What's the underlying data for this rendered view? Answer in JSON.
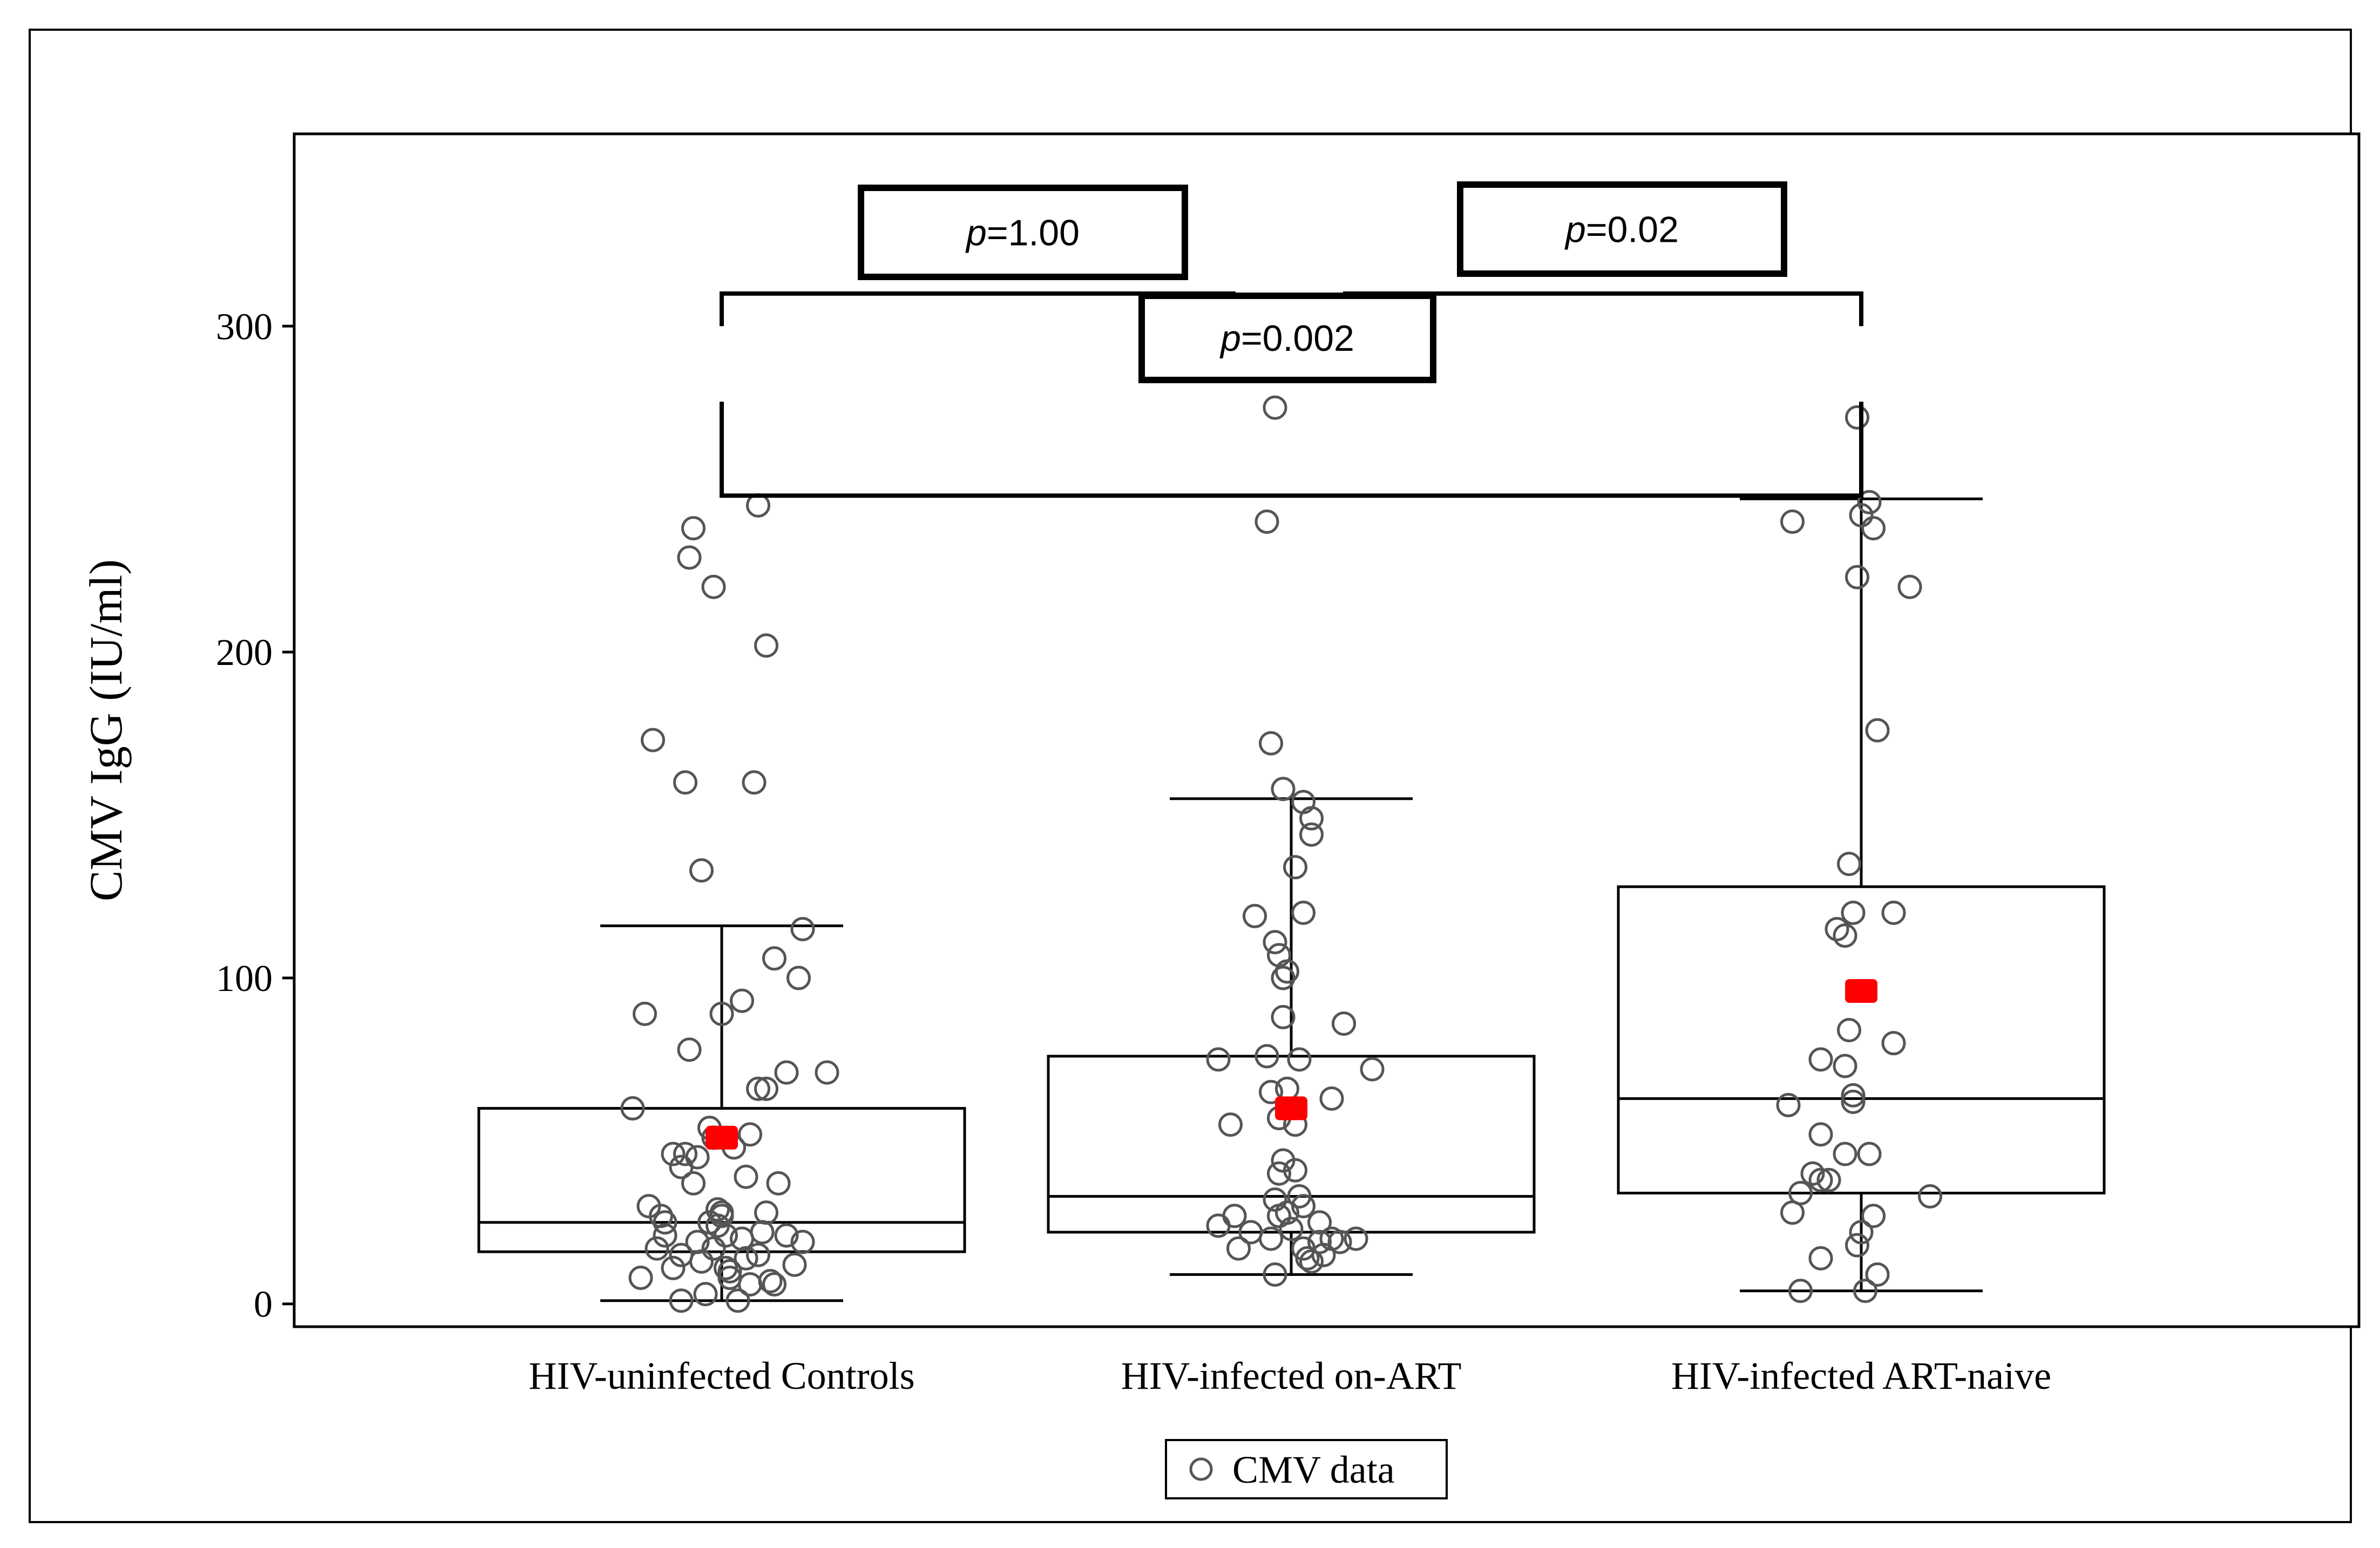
{
  "chart_data": {
    "type": "box",
    "ylabel": "CMV IgG (IU/ml)",
    "xlabel": "",
    "ylim": [
      -7,
      359
    ],
    "y_ticks": [
      0,
      100,
      200,
      300
    ],
    "categories": [
      "HIV-uninfected Controls",
      "HIV-infected on-ART",
      "HIV-infected ART-naive"
    ],
    "legend": {
      "label": "CMV data",
      "position": "bottom-center"
    },
    "mean_marker_color": "#ff0000",
    "point_color": "#555555",
    "boxes": [
      {
        "category": "HIV-uninfected Controls",
        "whisker_low": 1,
        "q1": 16,
        "median": 25,
        "q3": 60,
        "whisker_high": 116,
        "mean": 51
      },
      {
        "category": "HIV-infected on-ART",
        "whisker_low": 9,
        "q1": 22,
        "median": 33,
        "q3": 76,
        "whisker_high": 155,
        "mean": 60
      },
      {
        "category": "HIV-infected ART-naive",
        "whisker_low": 4,
        "q1": 34,
        "median": 63,
        "q3": 128,
        "whisker_high": 247,
        "mean": 96
      }
    ],
    "comparisons": [
      {
        "from": 0,
        "to": 1,
        "label_prefix": "p",
        "label_value": "=1.00",
        "level": 1
      },
      {
        "from": 1,
        "to": 2,
        "label_prefix": "p",
        "label_value": "=0.02",
        "level": 1
      },
      {
        "from": 0,
        "to": 2,
        "label_prefix": "p",
        "label_value": "=0.002",
        "level": 0
      }
    ],
    "points": [
      [
        [
          -0.22,
          60
        ],
        [
          -0.1,
          1
        ],
        [
          -0.03,
          54
        ],
        [
          0.03,
          48
        ],
        [
          0.1,
          22
        ],
        [
          -0.18,
          30
        ],
        [
          -0.06,
          45
        ],
        [
          0.06,
          14
        ],
        [
          0.12,
          7
        ],
        [
          -0.14,
          25
        ],
        [
          -0.02,
          51
        ],
        [
          0.01,
          21
        ],
        [
          0.09,
          66
        ],
        [
          0.16,
          71
        ],
        [
          0.2,
          19
        ],
        [
          -0.07,
          238
        ],
        [
          -0.08,
          229
        ],
        [
          -0.02,
          220
        ],
        [
          0.09,
          245
        ],
        [
          0.11,
          202
        ],
        [
          -0.17,
          173
        ],
        [
          -0.09,
          160
        ],
        [
          0.08,
          160
        ],
        [
          -0.05,
          133
        ],
        [
          0.2,
          115
        ],
        [
          0.13,
          106
        ],
        [
          0.19,
          100
        ],
        [
          0.05,
          93
        ],
        [
          -0.19,
          89
        ],
        [
          0.0,
          89
        ],
        [
          -0.08,
          78
        ],
        [
          0.11,
          66
        ],
        [
          0.26,
          71
        ],
        [
          -0.12,
          46
        ],
        [
          0.07,
          52
        ],
        [
          -0.07,
          37
        ],
        [
          0.14,
          37
        ],
        [
          -0.15,
          27
        ],
        [
          -0.03,
          25
        ],
        [
          0.0,
          27
        ],
        [
          0.05,
          20
        ],
        [
          0.16,
          21
        ],
        [
          -0.16,
          17
        ],
        [
          -0.12,
          11
        ],
        [
          -0.05,
          13
        ],
        [
          -0.02,
          17
        ],
        [
          0.02,
          10
        ],
        [
          0.07,
          6
        ],
        [
          0.13,
          6
        ],
        [
          0.09,
          15
        ],
        [
          -0.14,
          21
        ],
        [
          -0.1,
          42
        ],
        [
          0.0,
          28
        ],
        [
          -0.04,
          3
        ],
        [
          0.04,
          1
        ],
        [
          -0.01,
          24
        ],
        [
          0.02,
          8
        ],
        [
          0.18,
          12
        ],
        [
          -0.1,
          15
        ],
        [
          -0.2,
          8
        ],
        [
          -0.09,
          46
        ],
        [
          0.01,
          11
        ],
        [
          0.06,
          39
        ],
        [
          -0.06,
          19
        ],
        [
          -0.01,
          29
        ],
        [
          0.11,
          28
        ]
      ],
      [
        [
          -0.04,
          275
        ],
        [
          -0.06,
          240
        ],
        [
          -0.05,
          172
        ],
        [
          -0.02,
          158
        ],
        [
          0.03,
          154
        ],
        [
          0.05,
          149
        ],
        [
          0.05,
          144
        ],
        [
          0.01,
          134
        ],
        [
          0.03,
          120
        ],
        [
          -0.09,
          119
        ],
        [
          -0.04,
          111
        ],
        [
          -0.03,
          107
        ],
        [
          -0.01,
          102
        ],
        [
          -0.02,
          100
        ],
        [
          -0.02,
          88
        ],
        [
          0.13,
          86
        ],
        [
          -0.18,
          75
        ],
        [
          -0.06,
          76
        ],
        [
          0.02,
          75
        ],
        [
          0.2,
          72
        ],
        [
          -0.05,
          65
        ],
        [
          -0.01,
          66
        ],
        [
          0.1,
          63
        ],
        [
          -0.03,
          57
        ],
        [
          -0.15,
          55
        ],
        [
          0.01,
          55
        ],
        [
          -0.02,
          44
        ],
        [
          -0.03,
          40
        ],
        [
          0.01,
          41
        ],
        [
          -0.04,
          32
        ],
        [
          0.03,
          30
        ],
        [
          -0.01,
          28
        ],
        [
          0.02,
          33
        ],
        [
          0.07,
          25
        ],
        [
          -0.14,
          27
        ],
        [
          -0.18,
          24
        ],
        [
          -0.1,
          22
        ],
        [
          -0.05,
          20
        ],
        [
          0.0,
          23
        ],
        [
          0.03,
          17
        ],
        [
          0.07,
          19
        ],
        [
          0.1,
          20
        ],
        [
          0.16,
          20
        ],
        [
          -0.13,
          17
        ],
        [
          0.04,
          14
        ],
        [
          0.05,
          13
        ],
        [
          0.08,
          15
        ],
        [
          0.12,
          19
        ],
        [
          -0.04,
          9
        ],
        [
          -0.03,
          27
        ]
      ],
      [
        [
          -0.01,
          272
        ],
        [
          0.02,
          246
        ],
        [
          -0.17,
          240
        ],
        [
          0.0,
          242
        ],
        [
          0.03,
          238
        ],
        [
          0.12,
          220
        ],
        [
          -0.01,
          223
        ],
        [
          0.04,
          176
        ],
        [
          -0.03,
          135
        ],
        [
          -0.06,
          115
        ],
        [
          -0.04,
          113
        ],
        [
          -0.02,
          120
        ],
        [
          0.08,
          120
        ],
        [
          -0.03,
          84
        ],
        [
          0.08,
          80
        ],
        [
          -0.1,
          75
        ],
        [
          -0.04,
          73
        ],
        [
          -0.02,
          62
        ],
        [
          -0.02,
          64
        ],
        [
          -0.18,
          61
        ],
        [
          -0.1,
          52
        ],
        [
          -0.04,
          46
        ],
        [
          0.02,
          46
        ],
        [
          -0.1,
          38
        ],
        [
          -0.12,
          40
        ],
        [
          -0.08,
          38
        ],
        [
          -0.15,
          34
        ],
        [
          0.17,
          33
        ],
        [
          -0.17,
          28
        ],
        [
          0.03,
          27
        ],
        [
          0.0,
          22
        ],
        [
          -0.01,
          18
        ],
        [
          -0.1,
          14
        ],
        [
          0.04,
          9
        ],
        [
          0.01,
          4
        ],
        [
          -0.15,
          4
        ]
      ]
    ]
  }
}
